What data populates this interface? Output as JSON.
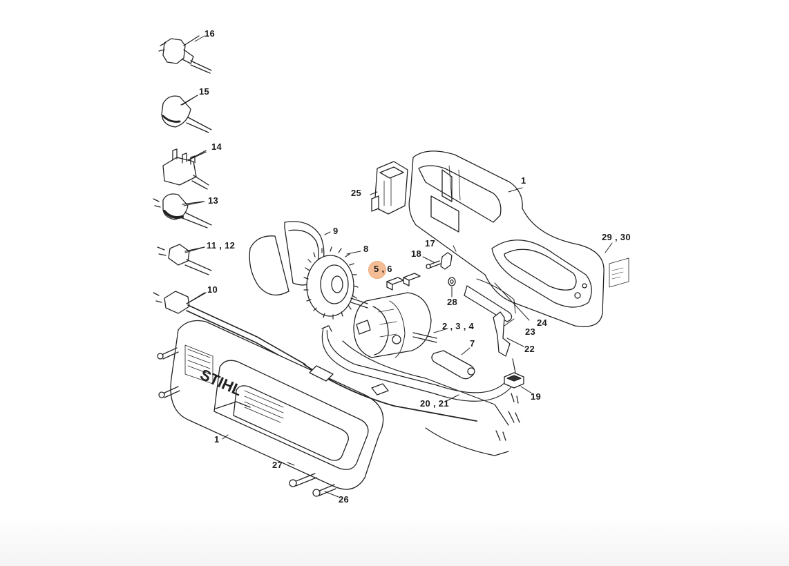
{
  "brand": "STIHL",
  "highlight_color": "#f2a874",
  "highlighted_callout": "5 , 6",
  "callouts": {
    "c1_top": "1",
    "c1_bottom": "1",
    "c2_3_4": "2 , 3 , 4",
    "c5_6": "5 , 6",
    "c7": "7",
    "c8": "8",
    "c9": "9",
    "c10": "10",
    "c11_12": "11 , 12",
    "c13": "13",
    "c14": "14",
    "c15": "15",
    "c16": "16",
    "c17": "17",
    "c18": "18",
    "c19": "19",
    "c20_21": "20 , 21",
    "c22": "22",
    "c23": "23",
    "c24": "24",
    "c25": "25",
    "c26": "26",
    "c27": "27",
    "c28": "28",
    "c29_30": "29 , 30"
  }
}
